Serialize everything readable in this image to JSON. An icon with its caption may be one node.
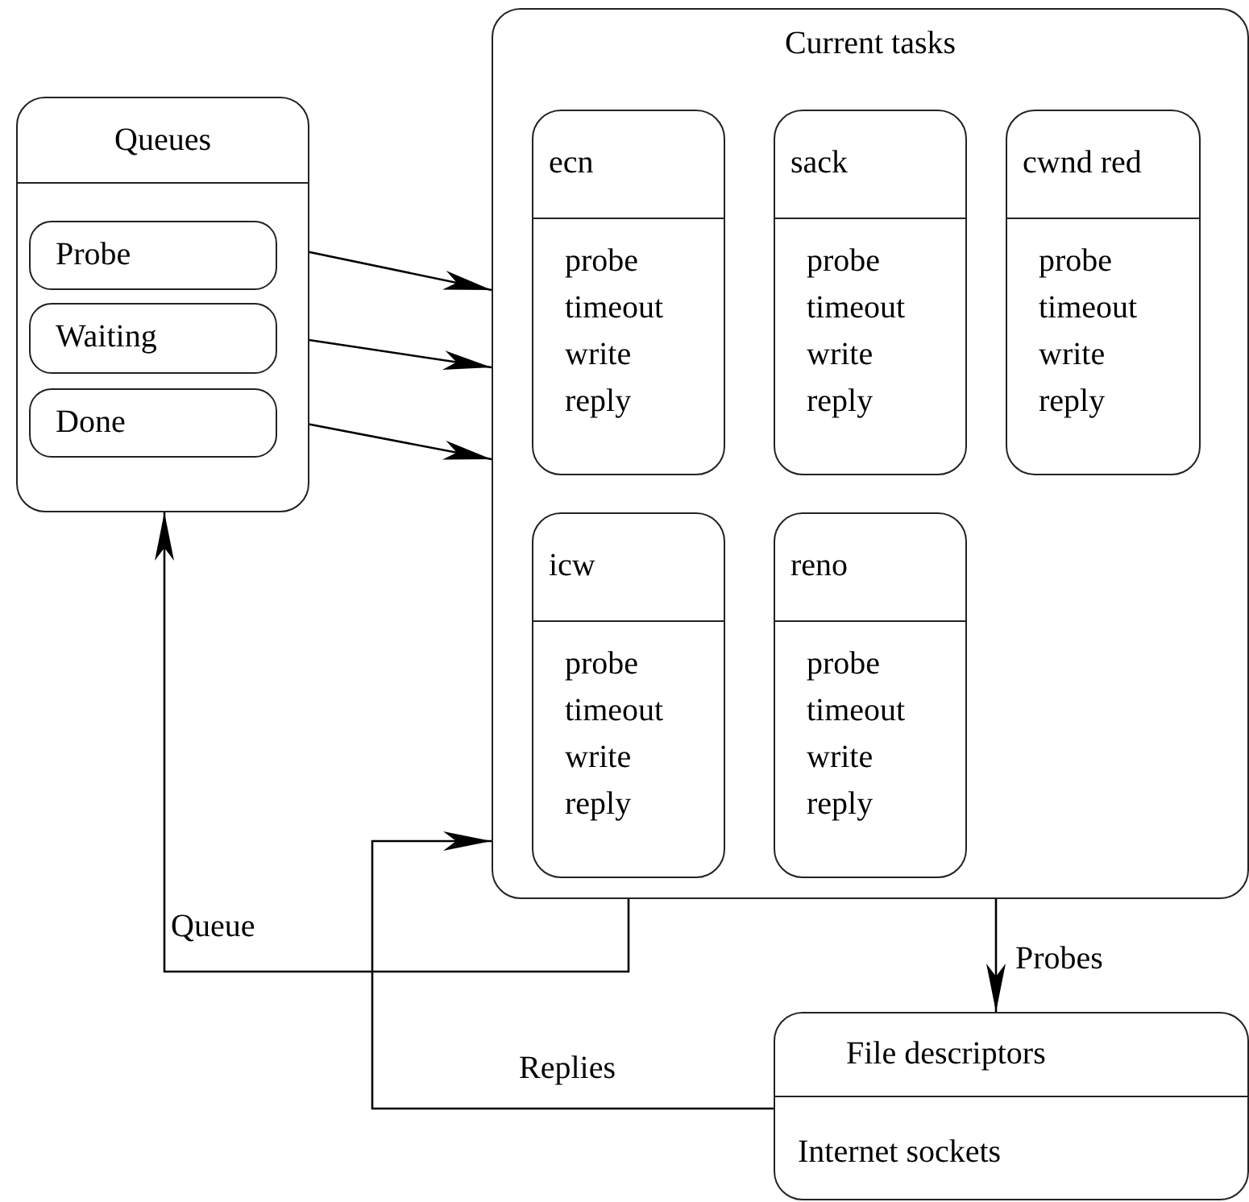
{
  "diagram": {
    "nodes": [
      {
        "text": [
          "Queues"
        ]
      },
      {
        "text": [
          "Probe"
        ],
        "in": 0
      },
      {
        "text": [
          "Waiting"
        ],
        "in": 0
      },
      {
        "text": [
          "Done"
        ],
        "in": 0
      },
      {
        "text": [
          "Current tasks"
        ]
      },
      {
        "text": [
          "ecn",
          "probe timeout write reply"
        ],
        "in": 4
      },
      {
        "text": [
          "sack",
          "probe timeout write reply"
        ],
        "in": 4
      },
      {
        "text": [
          "cwnd red",
          "probe timeout write reply"
        ],
        "in": 4
      },
      {
        "text": [
          "icw",
          "probe timeout write reply"
        ],
        "in": 4
      },
      {
        "text": [
          "reno",
          "probe timeout write reply"
        ],
        "in": 4
      },
      {
        "text": [
          "File descriptors",
          "Internet sockets"
        ]
      }
    ],
    "edges": [
      {
        "from": 1,
        "to": 4,
        "arrow": "to"
      },
      {
        "from": 2,
        "to": 4,
        "arrow": "to"
      },
      {
        "from": 3,
        "to": 4,
        "arrow": "to"
      },
      {
        "from": 4,
        "to": 0,
        "arrow": "to",
        "label": "Queue"
      },
      {
        "from": 10,
        "to": 4,
        "arrow": "to",
        "label": "Replies"
      },
      {
        "from": 4,
        "to": 10,
        "arrow": "to",
        "label": "Probes"
      }
    ]
  }
}
